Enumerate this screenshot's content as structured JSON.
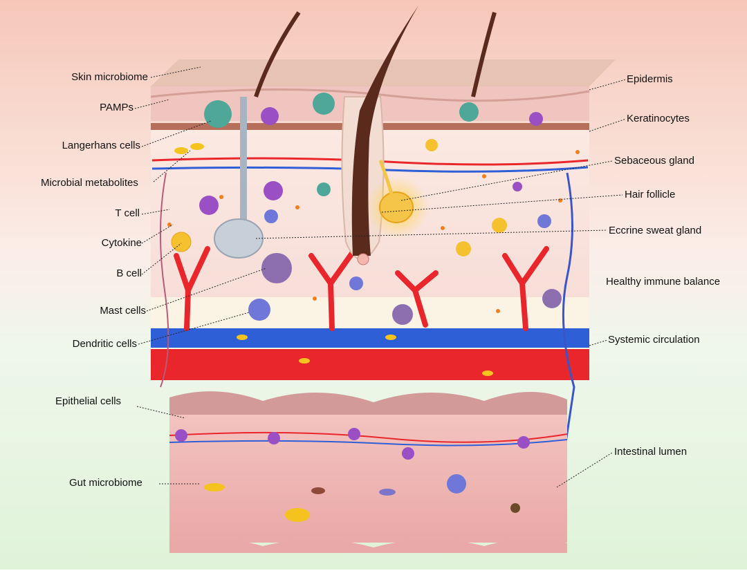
{
  "labels_left": {
    "skin_microbiome": "Skin microbiome",
    "pamps": "PAMPs",
    "langerhans_cells": "Langerhans cells",
    "microbial_metabolites": "Microbial metabolites",
    "t_cell": "T cell",
    "cytokine": "Cytokine",
    "b_cell": "B cell",
    "mast_cells": "Mast cells",
    "dendritic_cells": "Dendritic cells",
    "epithelial_cells": "Epithelial  cells",
    "gut_microbiome": "Gut microbiome"
  },
  "labels_right": {
    "epidermis": "Epidermis",
    "keratinocytes": "Keratinocytes",
    "sebaceous_gland": "Sebaceous gland",
    "hair_follicle": "Hair follicle",
    "eccrine_sweat_gland": "Eccrine sweat gland",
    "healthy_immune_balance": "Healthy immune balance",
    "systemic_circulation": "Systemic circulation",
    "intestinal_lumen": "Intestinal lumen"
  },
  "colors": {
    "bg_top": "#f6c9bb",
    "bg_bottom": "#e3f5de",
    "dermis": "#fbe6e0",
    "epidermis": "#f0c7c0",
    "vein": "#2f5fd6",
    "artery": "#e8262b",
    "hair": "#5a2a1c",
    "gut": "#f0b8b5"
  }
}
